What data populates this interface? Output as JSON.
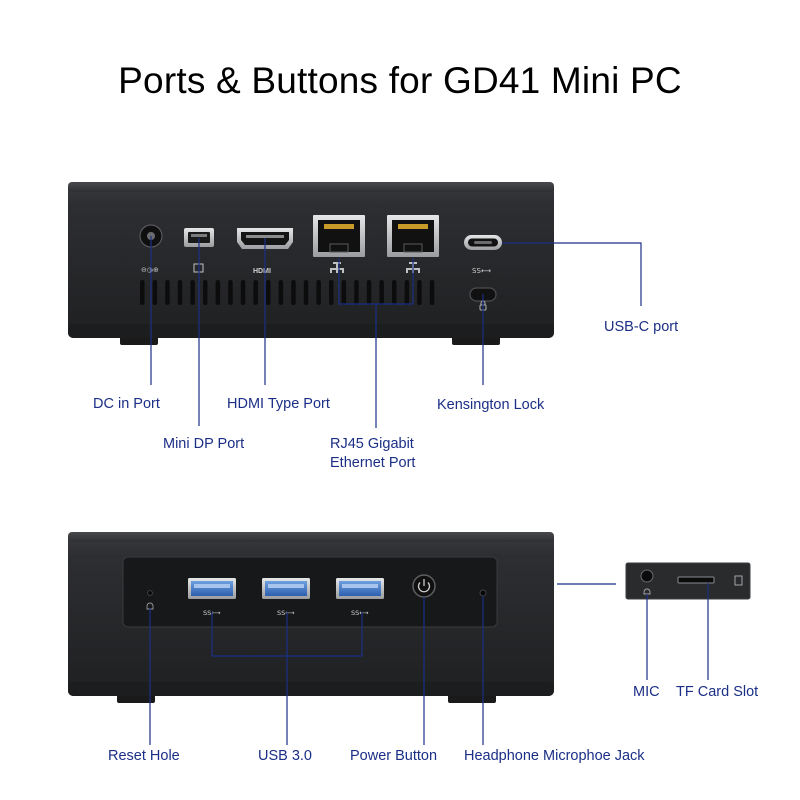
{
  "title": "Ports & Buttons for GD41 Mini PC",
  "back_panel": {
    "labels": {
      "dc_in": "DC in Port",
      "mini_dp": "Mini DP Port",
      "hdmi": "HDMI Type Port",
      "rj45_line1": "RJ45 Gigabit",
      "rj45_line2": "Ethernet Port",
      "kensington": "Kensington Lock",
      "usb_c": "USB-C port"
    },
    "silkscreen": {
      "hdmi": "HDMI",
      "usb_c": "SS⟷"
    }
  },
  "front_panel": {
    "labels": {
      "reset": "Reset Hole",
      "usb3": "USB 3.0",
      "power": "Power Button",
      "headphone": "Headphone Microphoe Jack",
      "mic": "MIC",
      "tf_card": "TF Card Slot"
    },
    "silkscreen": {
      "usb3": "SS⟷"
    }
  },
  "colors": {
    "callout": "#1b2f86",
    "chassis": "#2a2b2d",
    "panel": "#1b1c1e",
    "port_blue": "#3f78c8",
    "metal": "#c9cbcd"
  }
}
